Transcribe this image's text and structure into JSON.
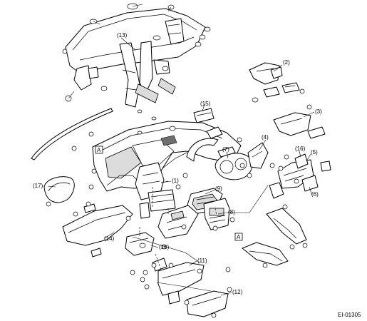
{
  "figure_code": "EI-01305",
  "reference_marker": "A",
  "callouts": [
    {
      "id": "1",
      "text": "(1)"
    },
    {
      "id": "2",
      "text": "(2)"
    },
    {
      "id": "3",
      "text": "(3)"
    },
    {
      "id": "4",
      "text": "(4)"
    },
    {
      "id": "5",
      "text": "(5)"
    },
    {
      "id": "6",
      "text": "(6)"
    },
    {
      "id": "7",
      "text": "(7)"
    },
    {
      "id": "8",
      "text": "(8)"
    },
    {
      "id": "9",
      "text": "(9)"
    },
    {
      "id": "10",
      "text": "(10)"
    },
    {
      "id": "11",
      "text": "(11)"
    },
    {
      "id": "12",
      "text": "(12)"
    },
    {
      "id": "13",
      "text": "(13)"
    },
    {
      "id": "14",
      "text": "(14)"
    },
    {
      "id": "15",
      "text": "(15)"
    },
    {
      "id": "16",
      "text": "(16)"
    },
    {
      "id": "17",
      "text": "(17)"
    }
  ]
}
